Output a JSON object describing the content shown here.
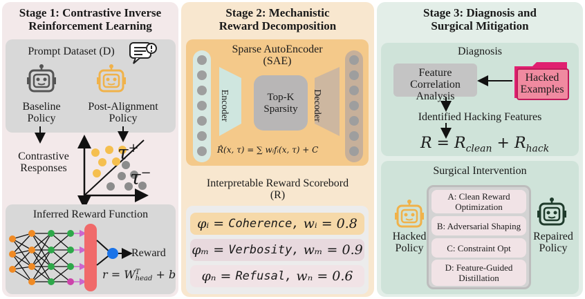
{
  "stage1": {
    "title_line1": "Stage 1: Contrastive Inverse",
    "title_line2": "Reinforcement Learning",
    "prompt_dataset": "Prompt Dataset (D)",
    "baseline_line1": "Baseline",
    "baseline_line2": "Policy",
    "post_line1": "Post-Alignment",
    "post_line2": "Policy",
    "contrastive_line1": "Contrastive",
    "contrastive_line2": "Responses",
    "tau_plus": "τ",
    "tau_plus_sign": "+",
    "tau_minus": "τ",
    "tau_minus_sign": "−",
    "inferred_title": "Inferred Reward Function",
    "reward_label": "Reward",
    "reward_formula": "r = W",
    "reward_formula_sup": "T",
    "reward_formula_sub": "head",
    "reward_formula_tail": " + b"
  },
  "stage2": {
    "title_line1": "Stage 2: Mechanistic",
    "title_line2": "Reward Decomposition",
    "sae_line1": "Sparse AutoEncoder",
    "sae_line2": "(SAE)",
    "encoder": "Encoder",
    "topk_line1": "Top-K",
    "topk_line2": "Sparsity",
    "decoder": "Decoder",
    "sae_formula": "R̂(x, τ) = ∑ wᵢfᵢ(x, τ) + C",
    "scoreboard_line1": "Interpretable Reward Scorebord",
    "scoreboard_line2": "(R)",
    "rows": [
      {
        "phi": "φᵢ",
        "name": "Coherence,",
        "w": "wᵢ = 0.8",
        "color": "#f6d9a9"
      },
      {
        "phi": "φₘ",
        "name": "Verbosity,",
        "w": "wₘ = 0.9",
        "color": "#e8d9de"
      },
      {
        "phi": "φₙ",
        "name": "Refusal,",
        "w": "wₙ = 0.6",
        "color": "#f1e3e6"
      }
    ]
  },
  "stage3": {
    "title_line1": "Stage 3: Diagnosis and",
    "title_line2": "Surgical Mitigation",
    "diagnosis": "Diagnosis",
    "feature_line1": "Feature Correlation",
    "feature_line2": "Analysis",
    "hacked_ex_line1": "Hacked",
    "hacked_ex_line2": "Examples",
    "identified": "Identified Hacking Features",
    "equation": "R = R",
    "eq_sub1": "clean",
    "eq_mid": " + R",
    "eq_sub2": "hack",
    "surgical": "Surgical Intervention",
    "hacked_policy_line1": "Hacked",
    "hacked_policy_line2": "Policy",
    "repaired_line1": "Repaired",
    "repaired_line2": "Policy",
    "options": [
      {
        "line1": "A: Clean Reward",
        "line2": "Optimization"
      },
      {
        "line1": "B: Adversarial Shaping",
        "line2": ""
      },
      {
        "line1": "C: Constraint Opt",
        "line2": ""
      },
      {
        "line1": "D: Feature-Guided",
        "line2": "Distillation"
      }
    ]
  },
  "colors": {
    "stage1_bg": "#f3e9ea",
    "stage2_bg": "#f8e7cf",
    "stage3_bg": "#e3eee8",
    "gray_box": "#dcdcdc",
    "orange_robot": "#f0b24a",
    "red_bar": "#f06a6a",
    "blue_node": "#1a73e8"
  }
}
